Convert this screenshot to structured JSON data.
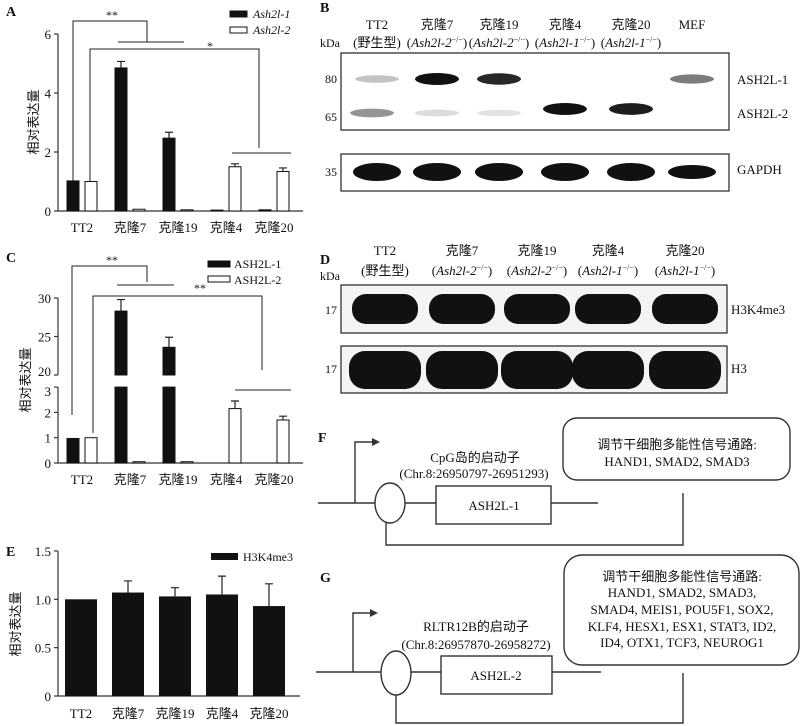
{
  "panels": {
    "A": "A",
    "B": "B",
    "C": "C",
    "D": "D",
    "E": "E",
    "F": "F",
    "G": "G"
  },
  "ylabel": "相对表达量",
  "chart_data": [
    {
      "id": "A",
      "type": "bar",
      "categories": [
        "TT2",
        "克隆7",
        "克隆19",
        "克隆4",
        "克隆20"
      ],
      "ylabel": "相对表达量",
      "ylim": [
        0,
        6
      ],
      "yticks": [
        "0",
        "2",
        "4",
        "6"
      ],
      "legend_position": "top-right",
      "series": [
        {
          "name": "Ash2l-1",
          "color": "#111111",
          "values": [
            1.02,
            4.85,
            2.47,
            0.03,
            0.04
          ],
          "errors": [
            0.02,
            0.22,
            0.2,
            0.0,
            0.01
          ]
        },
        {
          "name": "Ash2l-2",
          "color": "#ffffff",
          "values": [
            1.0,
            0.06,
            0.04,
            1.5,
            1.34
          ],
          "errors": [
            0.01,
            0.01,
            0.01,
            0.1,
            0.12
          ]
        }
      ],
      "annotations": [
        "**",
        "*"
      ]
    },
    {
      "id": "C",
      "type": "bar",
      "categories": [
        "TT2",
        "克隆7",
        "克隆19",
        "克隆4",
        "克隆20"
      ],
      "ylabel": "相对表达量",
      "ylim": [
        0,
        30
      ],
      "axis_break": [
        3,
        20
      ],
      "yticks": [
        "0",
        "1",
        "2",
        "3",
        "20",
        "25",
        "30"
      ],
      "legend_position": "top-right",
      "series": [
        {
          "name": "ASH2L-1",
          "color": "#111111",
          "values": [
            0.97,
            28.3,
            23.6,
            0,
            0
          ],
          "errors": [
            0,
            1.5,
            1.3,
            0,
            0
          ]
        },
        {
          "name": "ASH2L-2",
          "color": "#ffffff",
          "values": [
            1.0,
            0.05,
            0.05,
            2.15,
            1.7
          ],
          "errors": [
            0,
            0,
            0,
            0.3,
            0.15
          ]
        }
      ],
      "annotations": [
        "**",
        "**"
      ]
    },
    {
      "id": "E",
      "type": "bar",
      "categories": [
        "TT2",
        "克隆7",
        "克隆19",
        "克隆4",
        "克隆20"
      ],
      "ylabel": "相对表达量",
      "ylim": [
        0,
        1.5
      ],
      "yticks": [
        "0",
        "0.5",
        "1.0",
        "1.5"
      ],
      "legend_position": "top-right",
      "series": [
        {
          "name": "H3K4me3",
          "color": "#111111",
          "values": [
            1.0,
            1.07,
            1.03,
            1.05,
            0.93
          ],
          "errors": [
            0,
            0.12,
            0.09,
            0.19,
            0.23
          ]
        }
      ]
    }
  ],
  "blotB": {
    "kda": "kDa",
    "lanes": [
      {
        "name": "TT2",
        "geno": "(野生型)",
        "gene": "",
        "sup": ""
      },
      {
        "name": "克隆7",
        "geno": "",
        "gene": "Ash2l-2",
        "sup": "−/−"
      },
      {
        "name": "克隆19",
        "geno": "",
        "gene": "Ash2l-2",
        "sup": "−/−"
      },
      {
        "name": "克隆4",
        "geno": "",
        "gene": "Ash2l-1",
        "sup": "−/−"
      },
      {
        "name": "克隆20",
        "geno": "",
        "gene": "Ash2l-1",
        "sup": "−/−"
      },
      {
        "name": "MEF",
        "geno": "",
        "gene": "",
        "sup": ""
      }
    ],
    "markers": [
      "80",
      "65",
      "35"
    ],
    "proteins": [
      "ASH2L-1",
      "ASH2L-2",
      "GAPDH"
    ]
  },
  "blotD": {
    "kda": "kDa",
    "lanes": [
      {
        "name": "TT2",
        "geno": "(野生型)",
        "gene": "",
        "sup": ""
      },
      {
        "name": "克隆7",
        "geno": "",
        "gene": "Ash2l-2",
        "sup": "−/−"
      },
      {
        "name": "克隆19",
        "geno": "",
        "gene": "Ash2l-2",
        "sup": "−/−"
      },
      {
        "name": "克隆4",
        "geno": "",
        "gene": "Ash2l-1",
        "sup": "−/−"
      },
      {
        "name": "克隆20",
        "geno": "",
        "gene": "Ash2l-1",
        "sup": "−/−"
      }
    ],
    "markers": [
      "17",
      "17"
    ],
    "proteins": [
      "H3K4me3",
      "H3"
    ]
  },
  "diagramF": {
    "promoter": "CpG岛的启动子",
    "coords": "(Chr.8:26950797-26951293)",
    "gene": "ASH2L-1",
    "box_lines": [
      "调节干细胞多能性信号通路:",
      "HAND1, SMAD2, SMAD3"
    ]
  },
  "diagramG": {
    "promoter": "RLTR12B的启动子",
    "coords": "(Chr.8:26957870-26958272)",
    "gene": "ASH2L-2",
    "box_lines": [
      "调节干细胞多能性信号通路:",
      "HAND1, SMAD2, SMAD3,",
      "SMAD4, MEIS1, POU5F1, SOX2,",
      "KLF4, HESX1, ESX1, STAT3, ID2,",
      "ID4, OTX1, TCF3, NEUROG1"
    ]
  }
}
